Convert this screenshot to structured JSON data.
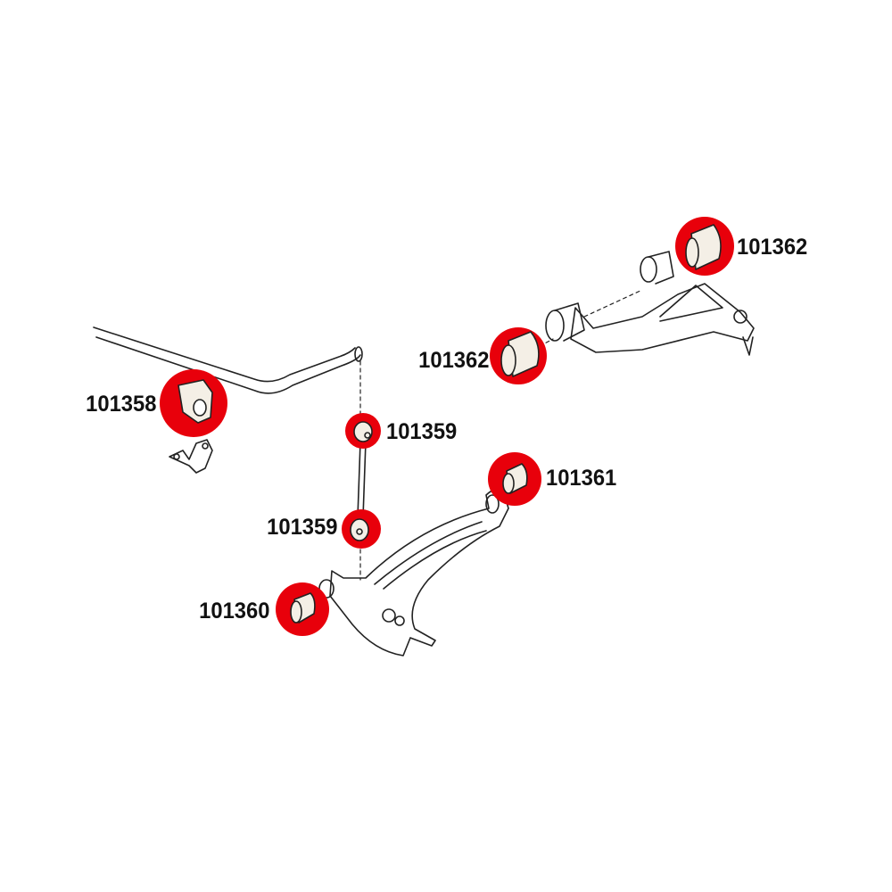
{
  "highlight_color": "#e8000b",
  "parts": [
    {
      "id": "sway-bar-bushing",
      "number": "101358"
    },
    {
      "id": "end-link-upper",
      "number": "101359"
    },
    {
      "id": "end-link-lower",
      "number": "101359"
    },
    {
      "id": "lower-arm-front",
      "number": "101360"
    },
    {
      "id": "lower-arm-rear",
      "number": "101361"
    },
    {
      "id": "upper-arm-front",
      "number": "101362"
    },
    {
      "id": "upper-arm-rear",
      "number": "101362"
    }
  ]
}
